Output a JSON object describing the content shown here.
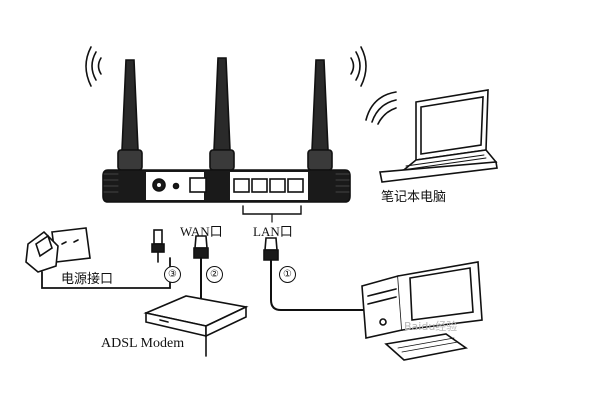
{
  "labels": {
    "wan": "WAN口",
    "lan": "LAN口",
    "laptop": "笔记本电脑",
    "power": "电源接口",
    "modem": "ADSL Modem"
  },
  "steps": [
    "①",
    "②",
    "③"
  ],
  "watermark": "Baidu经验",
  "colors": {
    "line": "#111111",
    "fill": "#ffffff",
    "router_body": "#1a1a1a",
    "watermark": "#b7b7b7"
  },
  "icons": [
    "router-icon",
    "antenna-icon",
    "wifi-waves-icon",
    "laptop-icon",
    "desktop-computer-icon",
    "adsl-modem-icon",
    "power-adapter-icon",
    "power-socket-icon",
    "rj45-plug-icon",
    "dc-plug-icon"
  ]
}
